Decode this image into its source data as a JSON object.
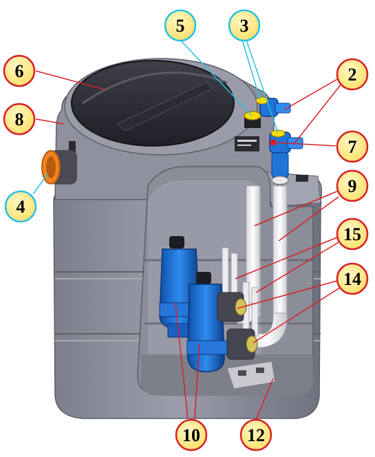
{
  "callouts": {
    "c2": "2",
    "c3": "3",
    "c4": "4",
    "c5": "5",
    "c6": "6",
    "c7": "7",
    "c8": "8",
    "c9": "9",
    "c10": "10",
    "c12": "12",
    "c14": "14",
    "c15": "15"
  },
  "unit_label": {
    "lid_plate": "",
    "side_plate": ""
  },
  "colors": {
    "yellow_badge": "#ffe97a",
    "red_leader": "#d81f26",
    "cyan_leader": "#27c1e8",
    "tank_gray": "#8a8c98",
    "pump_blue": "#1f74d6",
    "pipe_white": "#f2f2f4",
    "inlet_orange": "#f58220"
  }
}
